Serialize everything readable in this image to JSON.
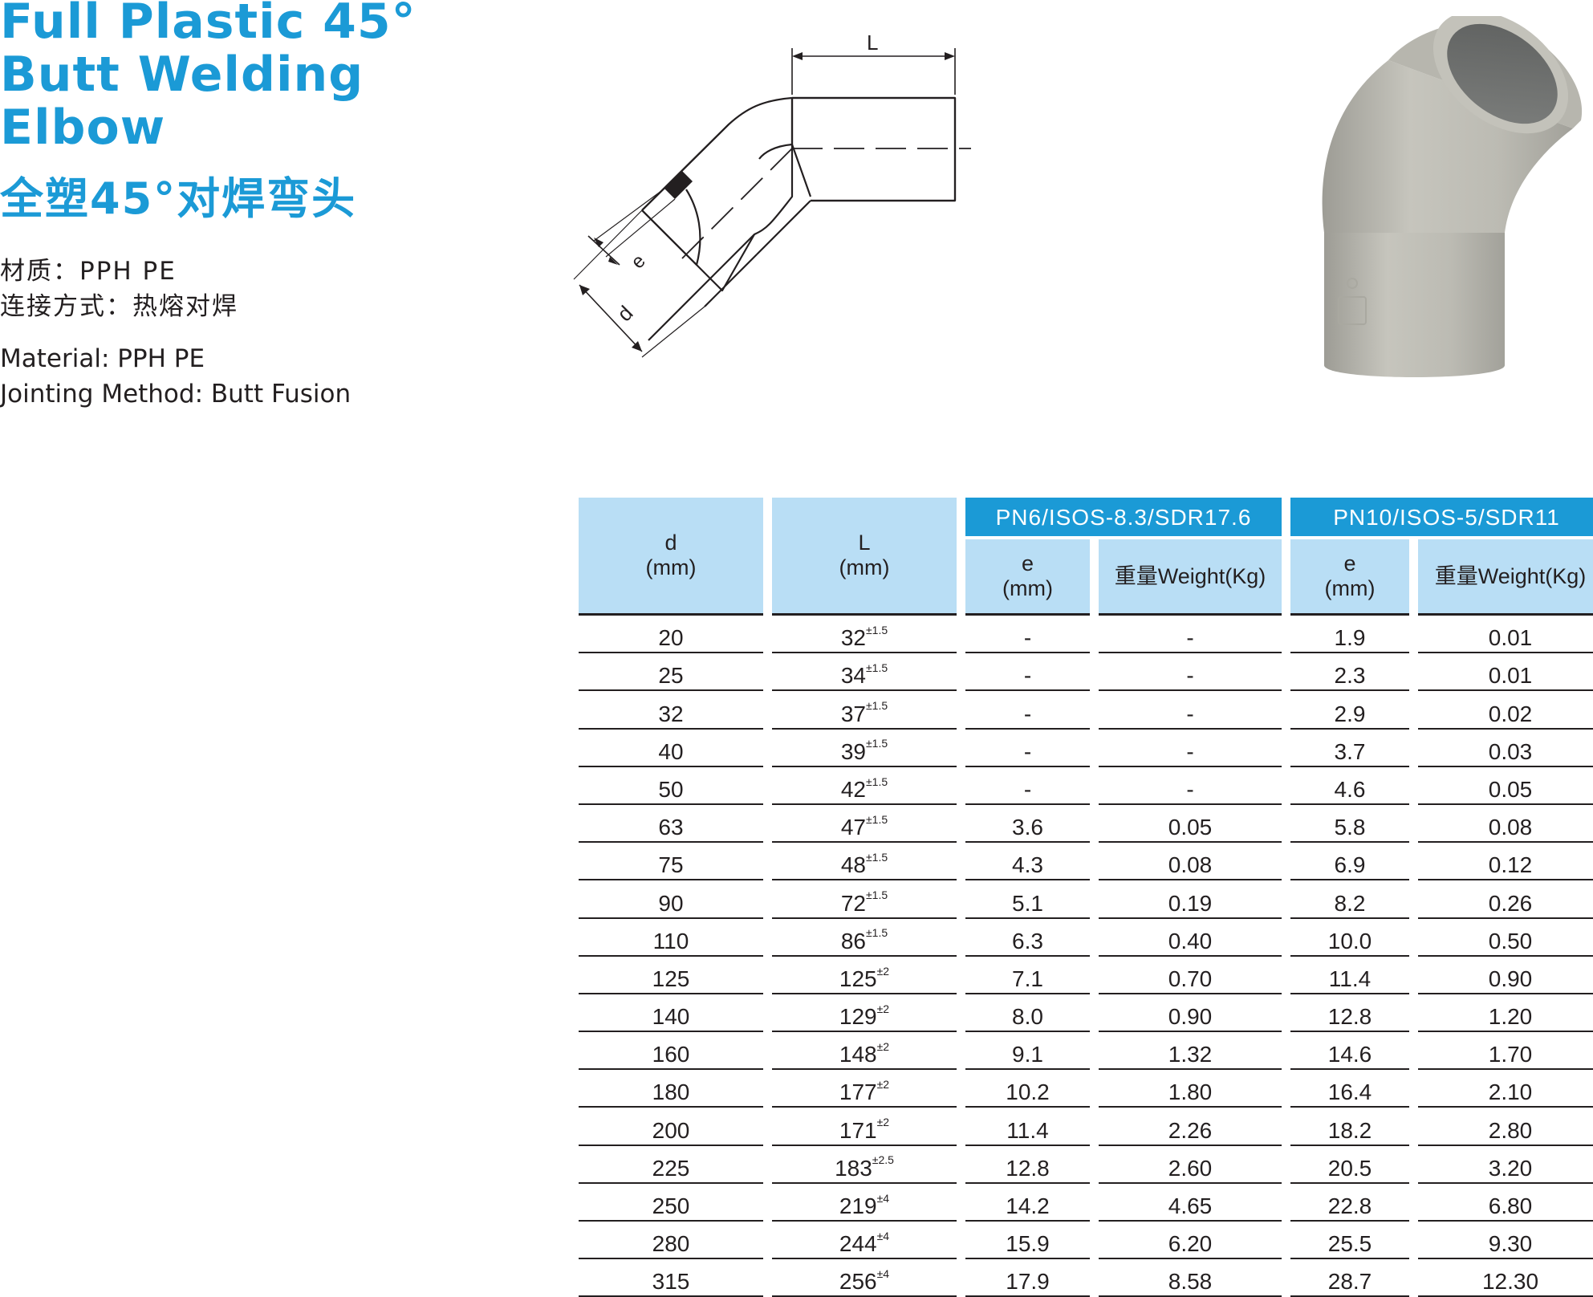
{
  "title_en": [
    "Full Plastic 45°",
    "Butt Welding",
    "Elbow"
  ],
  "title_cn": "全塑45°对焊弯头",
  "specs_cn": [
    "材质：PPH PE",
    "连接方式：热熔对焊"
  ],
  "specs_en": [
    "Material: PPH  PE",
    "Jointing Method: Butt Fusion"
  ],
  "diagram": {
    "label_L": "L",
    "label_e": "e",
    "label_d": "d"
  },
  "table": {
    "col_d": {
      "line1": "d",
      "line2": "(mm)"
    },
    "col_L": {
      "line1": "L",
      "line2": "(mm)"
    },
    "group_pn6": "PN6/ISOS-8.3/SDR17.6",
    "group_pn10": "PN10/ISOS-5/SDR11",
    "sub_e": {
      "line1": "e",
      "line2": "(mm)"
    },
    "sub_weight": "重量Weight(Kg)",
    "rows": [
      {
        "d": "20",
        "L": "32",
        "tol": "±1.5",
        "e6": "-",
        "w6": "-",
        "e10": "1.9",
        "w10": "0.01"
      },
      {
        "d": "25",
        "L": "34",
        "tol": "±1.5",
        "e6": "-",
        "w6": "-",
        "e10": "2.3",
        "w10": "0.01"
      },
      {
        "d": "32",
        "L": "37",
        "tol": "±1.5",
        "e6": "-",
        "w6": "-",
        "e10": "2.9",
        "w10": "0.02"
      },
      {
        "d": "40",
        "L": "39",
        "tol": "±1.5",
        "e6": "-",
        "w6": "-",
        "e10": "3.7",
        "w10": "0.03"
      },
      {
        "d": "50",
        "L": "42",
        "tol": "±1.5",
        "e6": "-",
        "w6": "-",
        "e10": "4.6",
        "w10": "0.05"
      },
      {
        "d": "63",
        "L": "47",
        "tol": "±1.5",
        "e6": "3.6",
        "w6": "0.05",
        "e10": "5.8",
        "w10": "0.08"
      },
      {
        "d": "75",
        "L": "48",
        "tol": "±1.5",
        "e6": "4.3",
        "w6": "0.08",
        "e10": "6.9",
        "w10": "0.12"
      },
      {
        "d": "90",
        "L": "72",
        "tol": "±1.5",
        "e6": "5.1",
        "w6": "0.19",
        "e10": "8.2",
        "w10": "0.26"
      },
      {
        "d": "110",
        "L": "86",
        "tol": "±1.5",
        "e6": "6.3",
        "w6": "0.40",
        "e10": "10.0",
        "w10": "0.50"
      },
      {
        "d": "125",
        "L": "125",
        "tol": "±2",
        "e6": "7.1",
        "w6": "0.70",
        "e10": "11.4",
        "w10": "0.90"
      },
      {
        "d": "140",
        "L": "129",
        "tol": "±2",
        "e6": "8.0",
        "w6": "0.90",
        "e10": "12.8",
        "w10": "1.20"
      },
      {
        "d": "160",
        "L": "148",
        "tol": "±2",
        "e6": "9.1",
        "w6": "1.32",
        "e10": "14.6",
        "w10": "1.70"
      },
      {
        "d": "180",
        "L": "177",
        "tol": "±2",
        "e6": "10.2",
        "w6": "1.80",
        "e10": "16.4",
        "w10": "2.10"
      },
      {
        "d": "200",
        "L": "171",
        "tol": "±2",
        "e6": "11.4",
        "w6": "2.26",
        "e10": "18.2",
        "w10": "2.80"
      },
      {
        "d": "225",
        "L": "183",
        "tol": "±2.5",
        "e6": "12.8",
        "w6": "2.60",
        "e10": "20.5",
        "w10": "3.20"
      },
      {
        "d": "250",
        "L": "219",
        "tol": "±4",
        "e6": "14.2",
        "w6": "4.65",
        "e10": "22.8",
        "w10": "6.80"
      },
      {
        "d": "280",
        "L": "244",
        "tol": "±4",
        "e6": "15.9",
        "w6": "6.20",
        "e10": "25.5",
        "w10": "9.30"
      },
      {
        "d": "315",
        "L": "256",
        "tol": "±4",
        "e6": "17.9",
        "w6": "8.58",
        "e10": "28.7",
        "w10": "12.30"
      }
    ]
  },
  "colors": {
    "brand_blue": "#1b9ad6",
    "header_light_blue": "#b9def5",
    "product_grey": "#b9b8b0"
  }
}
